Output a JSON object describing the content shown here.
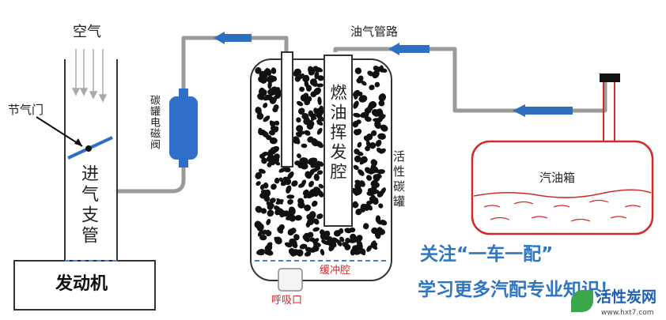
{
  "labels": {
    "air": "空气",
    "throttle": "节气门",
    "intake_manifold": "进气支管",
    "engine": "发动机",
    "canister_valve": "碳罐电磁阀",
    "fuel_vapor_chamber": "燃油挥发腔",
    "vapor_line": "油气管路",
    "activated_carbon": "活性碳罐",
    "buffer_chamber": "缓冲腔",
    "breathing_port": "呼吸口",
    "fuel_tank": "汽油箱"
  },
  "promo": {
    "line1": "关注“一车一配”",
    "line2": "学习更多汽配专业知识！"
  },
  "watermark": {
    "brand": "活性炭网",
    "url": "www.hxt7.com"
  },
  "colors": {
    "pipe": "#9a9a9a",
    "arrow": "#2e6fbf",
    "valve": "#2f6fc9",
    "tank": "#d12a2a",
    "buffer_text": "#d12a2a",
    "promo": "#2f76c0",
    "watermark": "#1f5fb0"
  }
}
